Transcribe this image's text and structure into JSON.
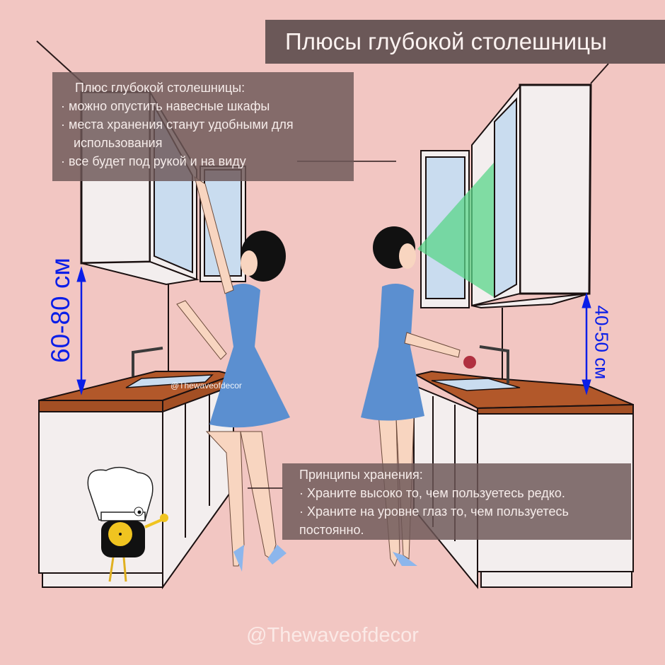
{
  "title": "Плюсы глубокой столешницы",
  "benefits_box": {
    "heading": "Плюс глубокой столешницы:",
    "items": [
      "· можно опустить навесные шкафы",
      "· места хранения станут удобными для",
      "использования",
      "· все будет под рукой и на виду"
    ]
  },
  "storage_box": {
    "heading": "Принципы хранения:",
    "items": [
      "· Храните высоко то, чем пользуетесь редко.",
      "· Храните на уровне глаз то, чем пользуетесь",
      "постоянно."
    ]
  },
  "dimensions": {
    "left_standard": "60-80 см",
    "right_deep": "40-50 см"
  },
  "watermark": {
    "inline": "@Thewaveofdecor",
    "bottom": "@Thewaveofdecor"
  },
  "colors": {
    "background": "#f2c6c2",
    "title_box": "#6b5858",
    "info_box": "#6e5858",
    "dimension_arrow": "#0a1ee8",
    "countertop": "#b2582a",
    "dress": "#5b8fd0",
    "sight_cone": "#5ad68a",
    "cabinet": "#f3eeee",
    "glass": "#c9dcef"
  }
}
